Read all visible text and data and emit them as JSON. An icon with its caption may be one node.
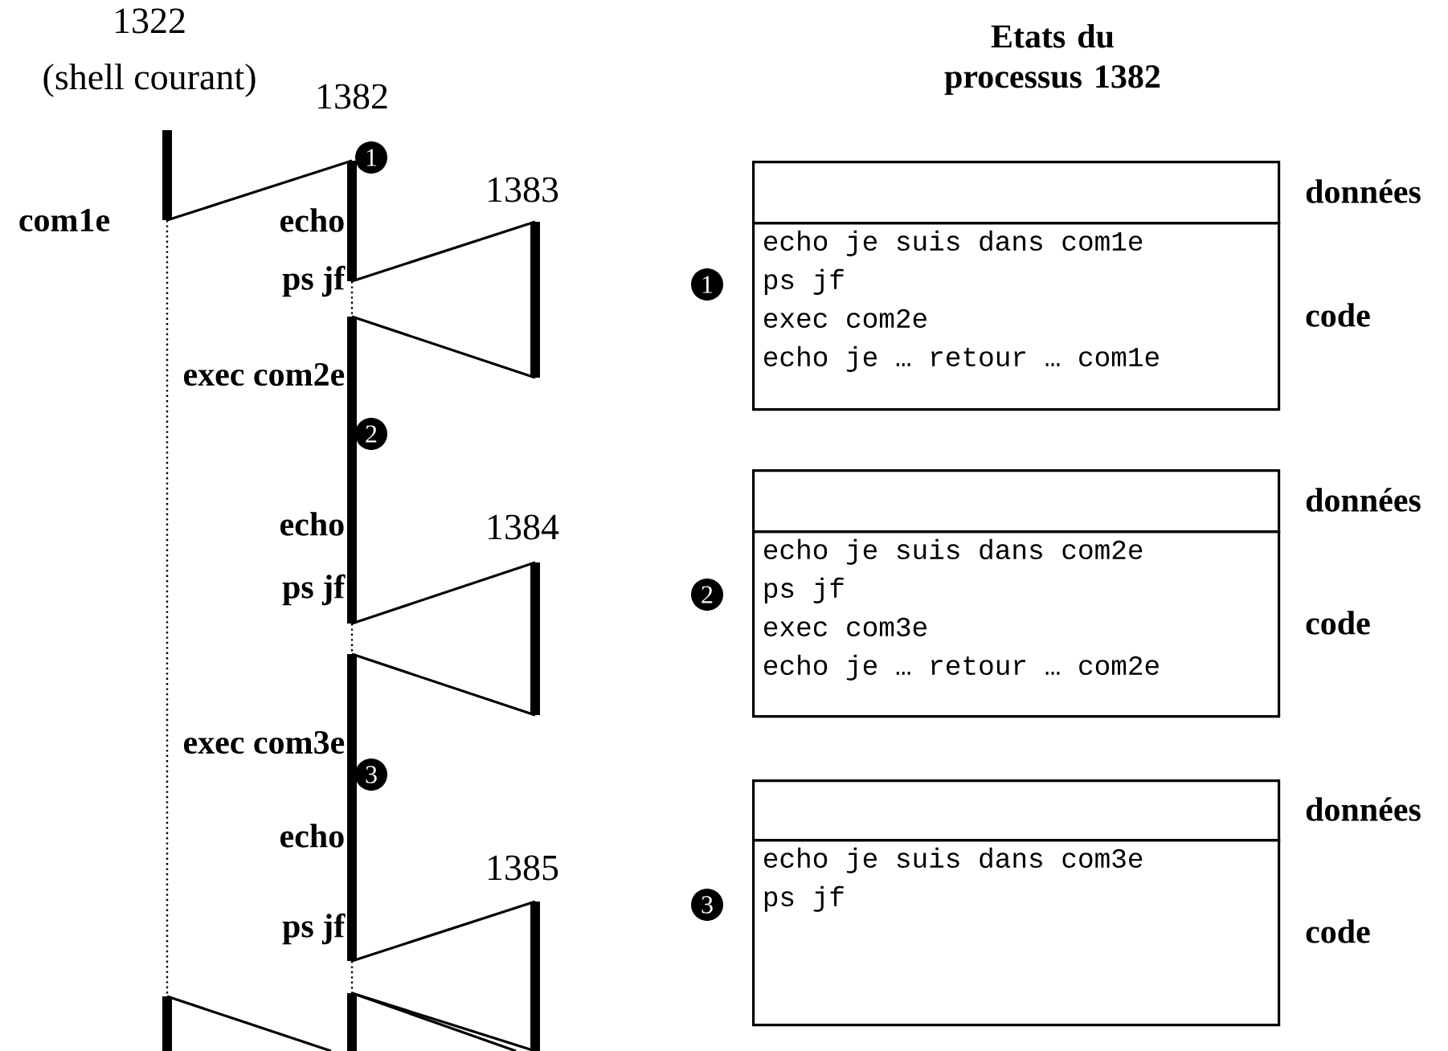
{
  "diagram": {
    "title": "Etats du processus 1382",
    "nodes": [
      {
        "text": [],
        "shape": "box",
        "beside": [
          "données"
        ]
      },
      {
        "text": [
          "echo je suis dans com1e",
          "ps jf",
          "exec com2e",
          "echo je … retour … com1e"
        ],
        "beside": [
          "code"
        ]
      },
      {
        "text": [],
        "shape": "box",
        "beside": [
          "données"
        ]
      },
      {
        "text": [
          "echo je suis dans com2e",
          "ps jf",
          "exec com3e",
          "echo je … retour … com2e"
        ],
        "beside": [
          "code"
        ]
      },
      {
        "text": [],
        "shape": "box",
        "beside": [
          "données"
        ]
      },
      {
        "text": [
          "echo je suis dans com3e",
          "ps jf"
        ],
        "beside": [
          "code"
        ]
      }
    ],
    "labels": [
      "1322",
      "(shell courant)",
      "1382",
      "1",
      "1383",
      "com1e",
      "echo",
      "ps jf",
      "exec com2e",
      "2",
      "echo",
      "1384",
      "ps jf",
      "exec com3e",
      "3",
      "echo",
      "1385",
      "ps jf",
      "1",
      "2",
      "3"
    ]
  }
}
